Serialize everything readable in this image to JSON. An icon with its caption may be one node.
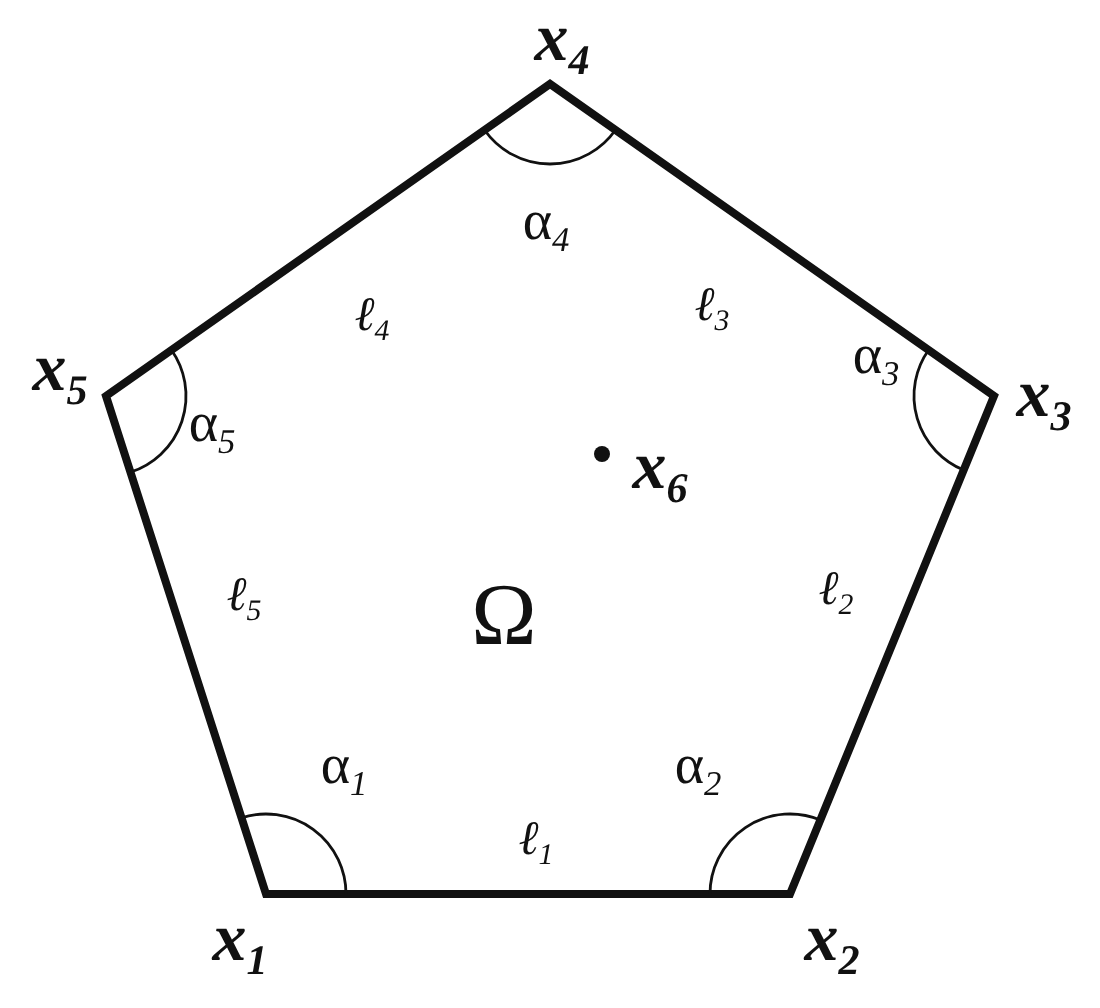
{
  "diagram": {
    "labels": [
      "x$_{4}$",
      "α$_{4}$",
      "ℓ$_{4}$",
      "ℓ$_{3}$",
      "x$_{5}$",
      "α$_{5}$",
      "α$_{3}$",
      "x$_{3}$",
      "x$_{6}$",
      "ℓ$_{5}$",
      "Ω",
      "ℓ$_{2}$",
      "α$_{1}$",
      "α$_{2}$",
      "ℓ$_{1}$",
      "x$_{1}$",
      "x$_{2}$"
    ]
  }
}
